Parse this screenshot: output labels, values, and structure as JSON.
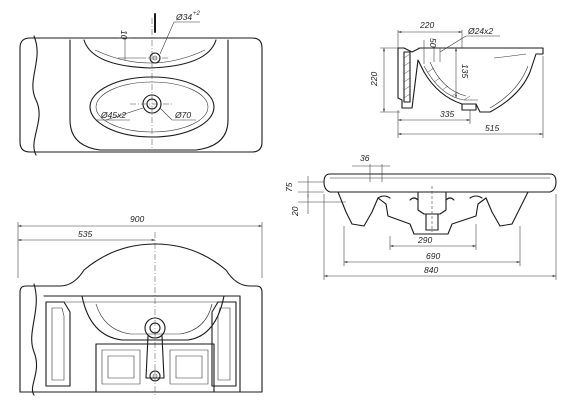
{
  "top_view": {
    "dims": {
      "d10": "10",
      "hole_top": "Ø34",
      "hole_top_sup": "+2",
      "drain_outer": "Ø45x2",
      "drain_inner": "Ø70"
    }
  },
  "side_section": {
    "dims": {
      "w220": "220",
      "h220": "220",
      "d50": "50",
      "hole": "Ø24x2",
      "d135": "135",
      "d335": "335",
      "d515": "515"
    }
  },
  "front_view": {
    "dims": {
      "d36": "36",
      "d75": "75",
      "d20": "20",
      "d290": "290",
      "d690": "690",
      "d840": "840"
    }
  },
  "bottom_view": {
    "dims": {
      "d900": "900",
      "d535": "535"
    }
  }
}
